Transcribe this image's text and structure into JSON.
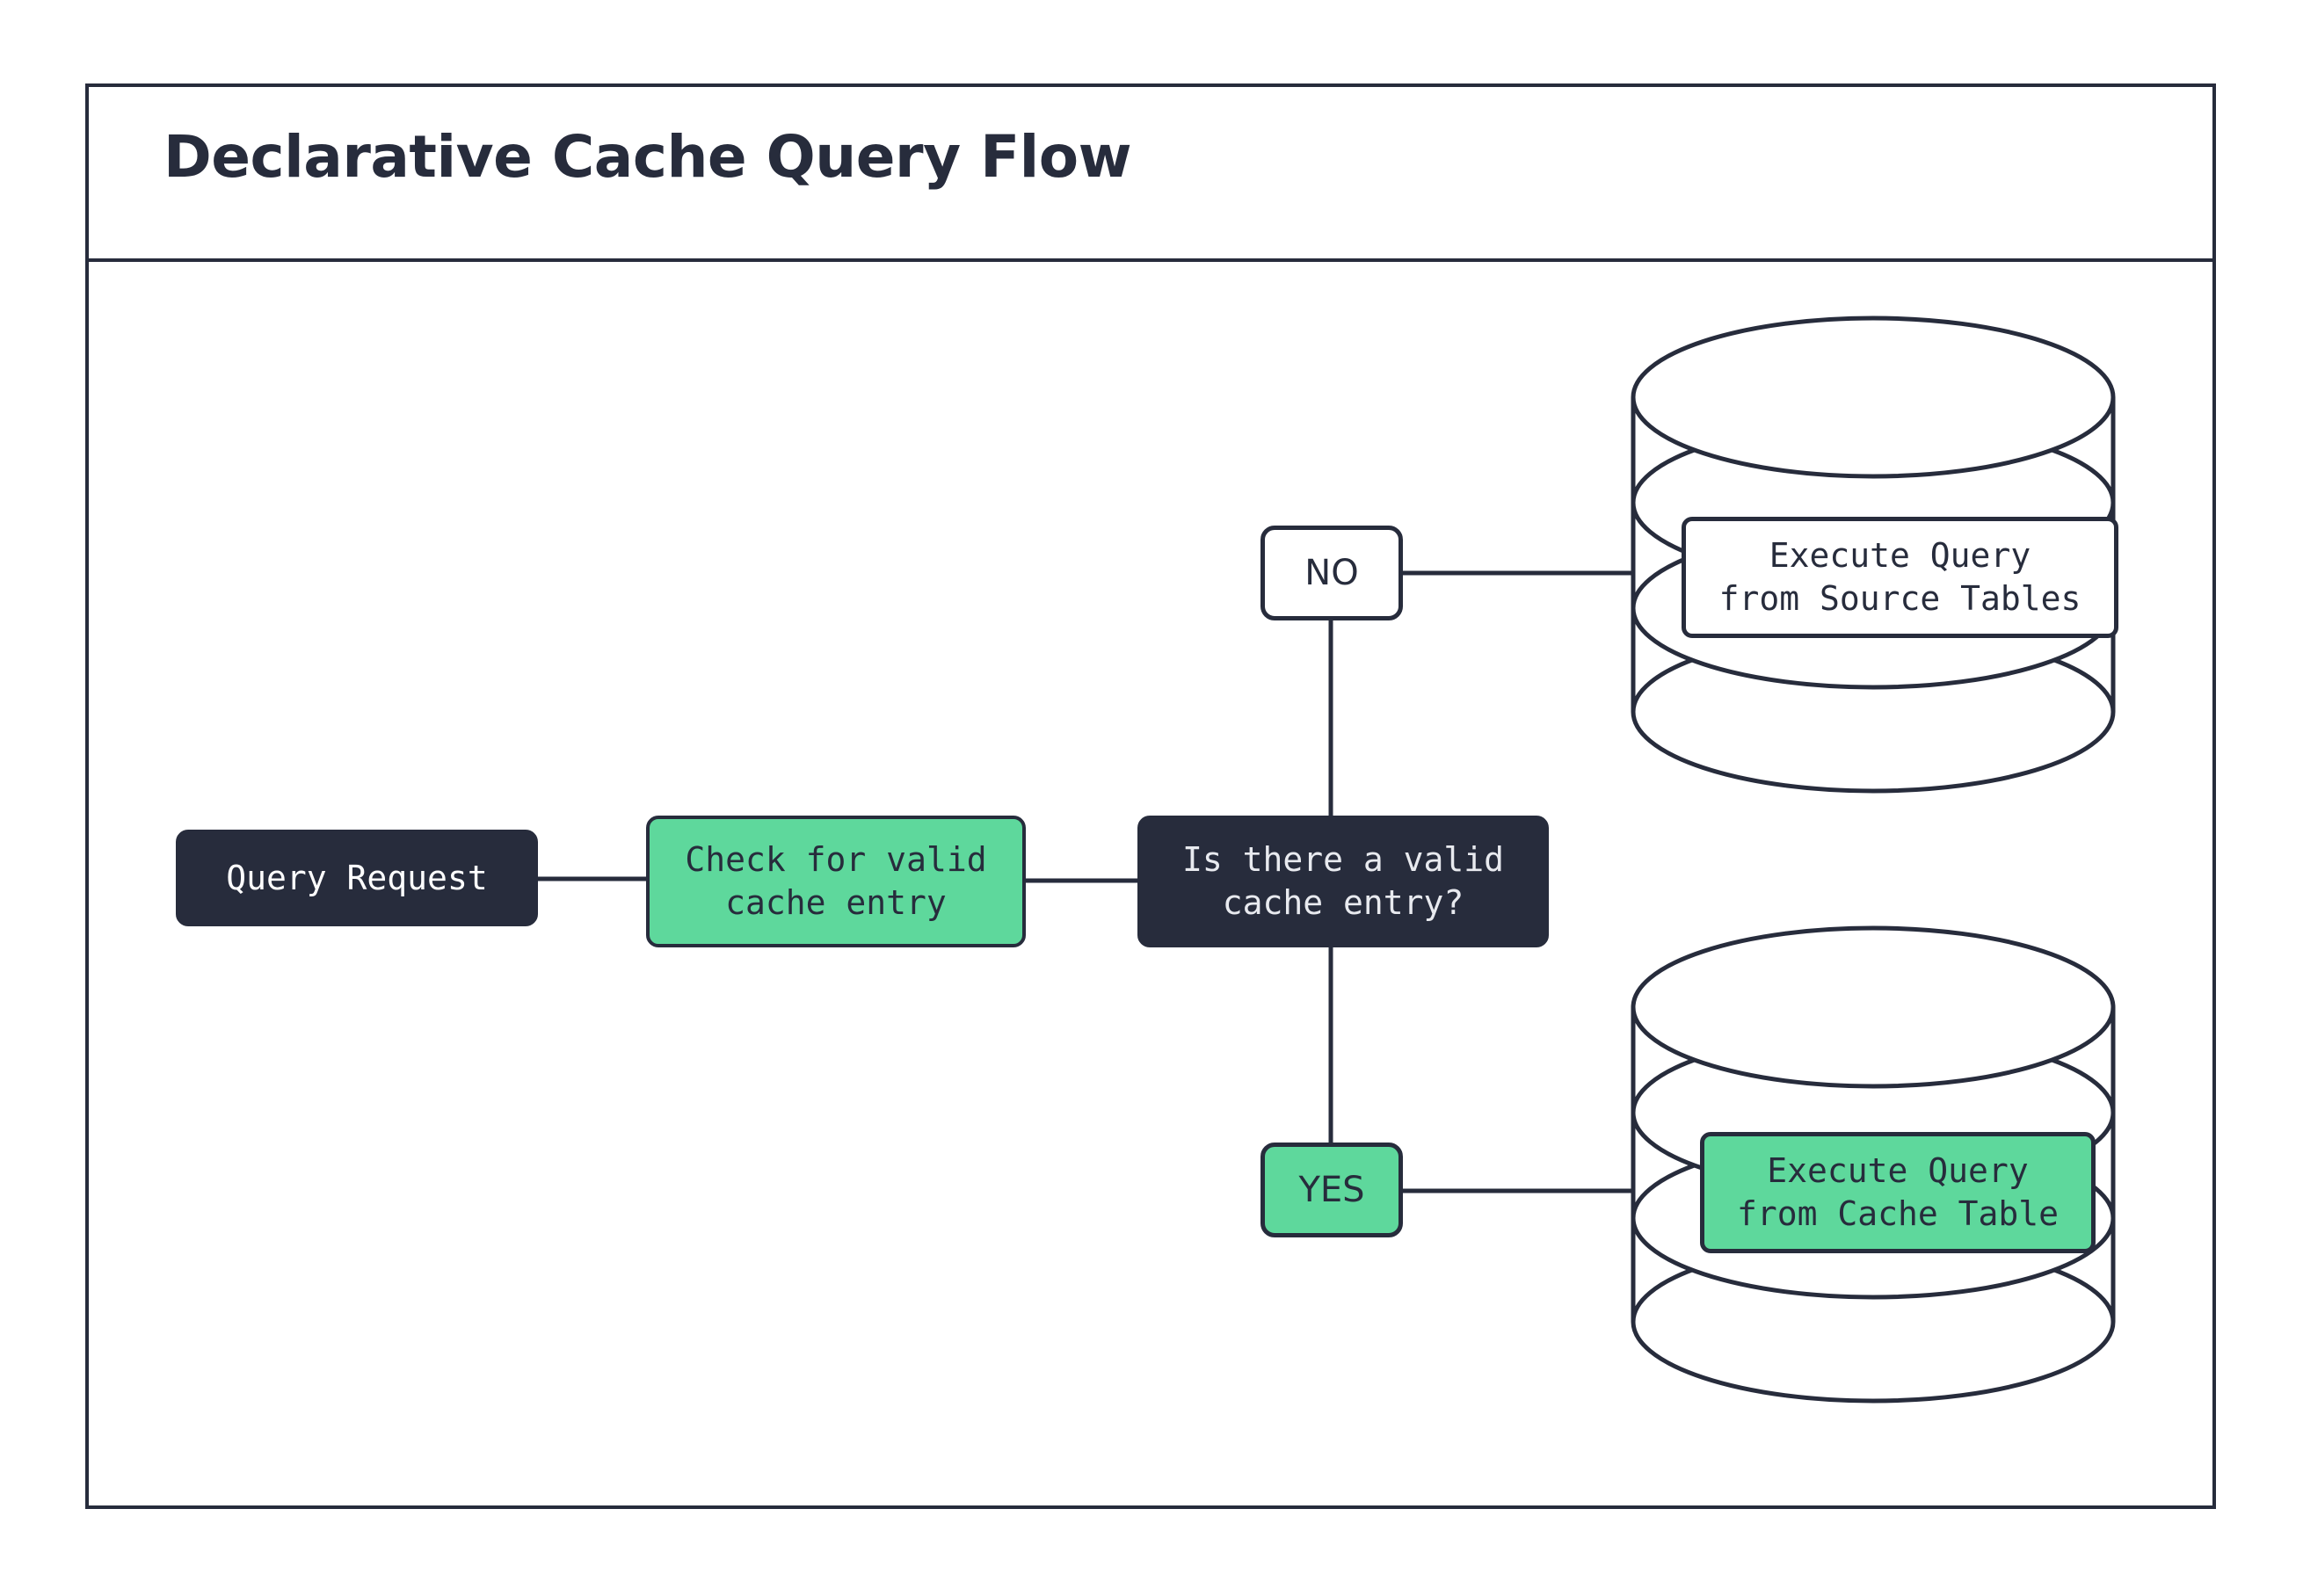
{
  "diagram": {
    "title": "Declarative Cache Query Flow",
    "type": "flowchart",
    "colors": {
      "dark": "#272c3c",
      "green": "#5ed89c",
      "white": "#ffffff",
      "text_light": "#e8eaef"
    },
    "nodes": [
      {
        "id": "query-request",
        "label": "Query Request",
        "shape": "rounded-rect",
        "style": "dark"
      },
      {
        "id": "check-cache",
        "label": "Check for valid\ncache entry",
        "shape": "rounded-rect",
        "style": "green"
      },
      {
        "id": "decision",
        "label": "Is there a valid\ncache entry?",
        "shape": "rounded-rect",
        "style": "dark"
      },
      {
        "id": "source-db",
        "label": "Execute Query\nfrom Source Tables",
        "shape": "database-cylinder",
        "style": "white"
      },
      {
        "id": "cache-db",
        "label": "Execute Query\nfrom Cache Table",
        "shape": "database-cylinder",
        "style": "green"
      }
    ],
    "branches": [
      {
        "id": "no",
        "label": "NO",
        "style": "white"
      },
      {
        "id": "yes",
        "label": "YES",
        "style": "green"
      }
    ],
    "edges": [
      {
        "from": "query-request",
        "to": "check-cache"
      },
      {
        "from": "check-cache",
        "to": "decision"
      },
      {
        "from": "decision",
        "to": "no"
      },
      {
        "from": "no",
        "to": "source-db"
      },
      {
        "from": "decision",
        "to": "yes"
      },
      {
        "from": "yes",
        "to": "cache-db"
      }
    ]
  }
}
